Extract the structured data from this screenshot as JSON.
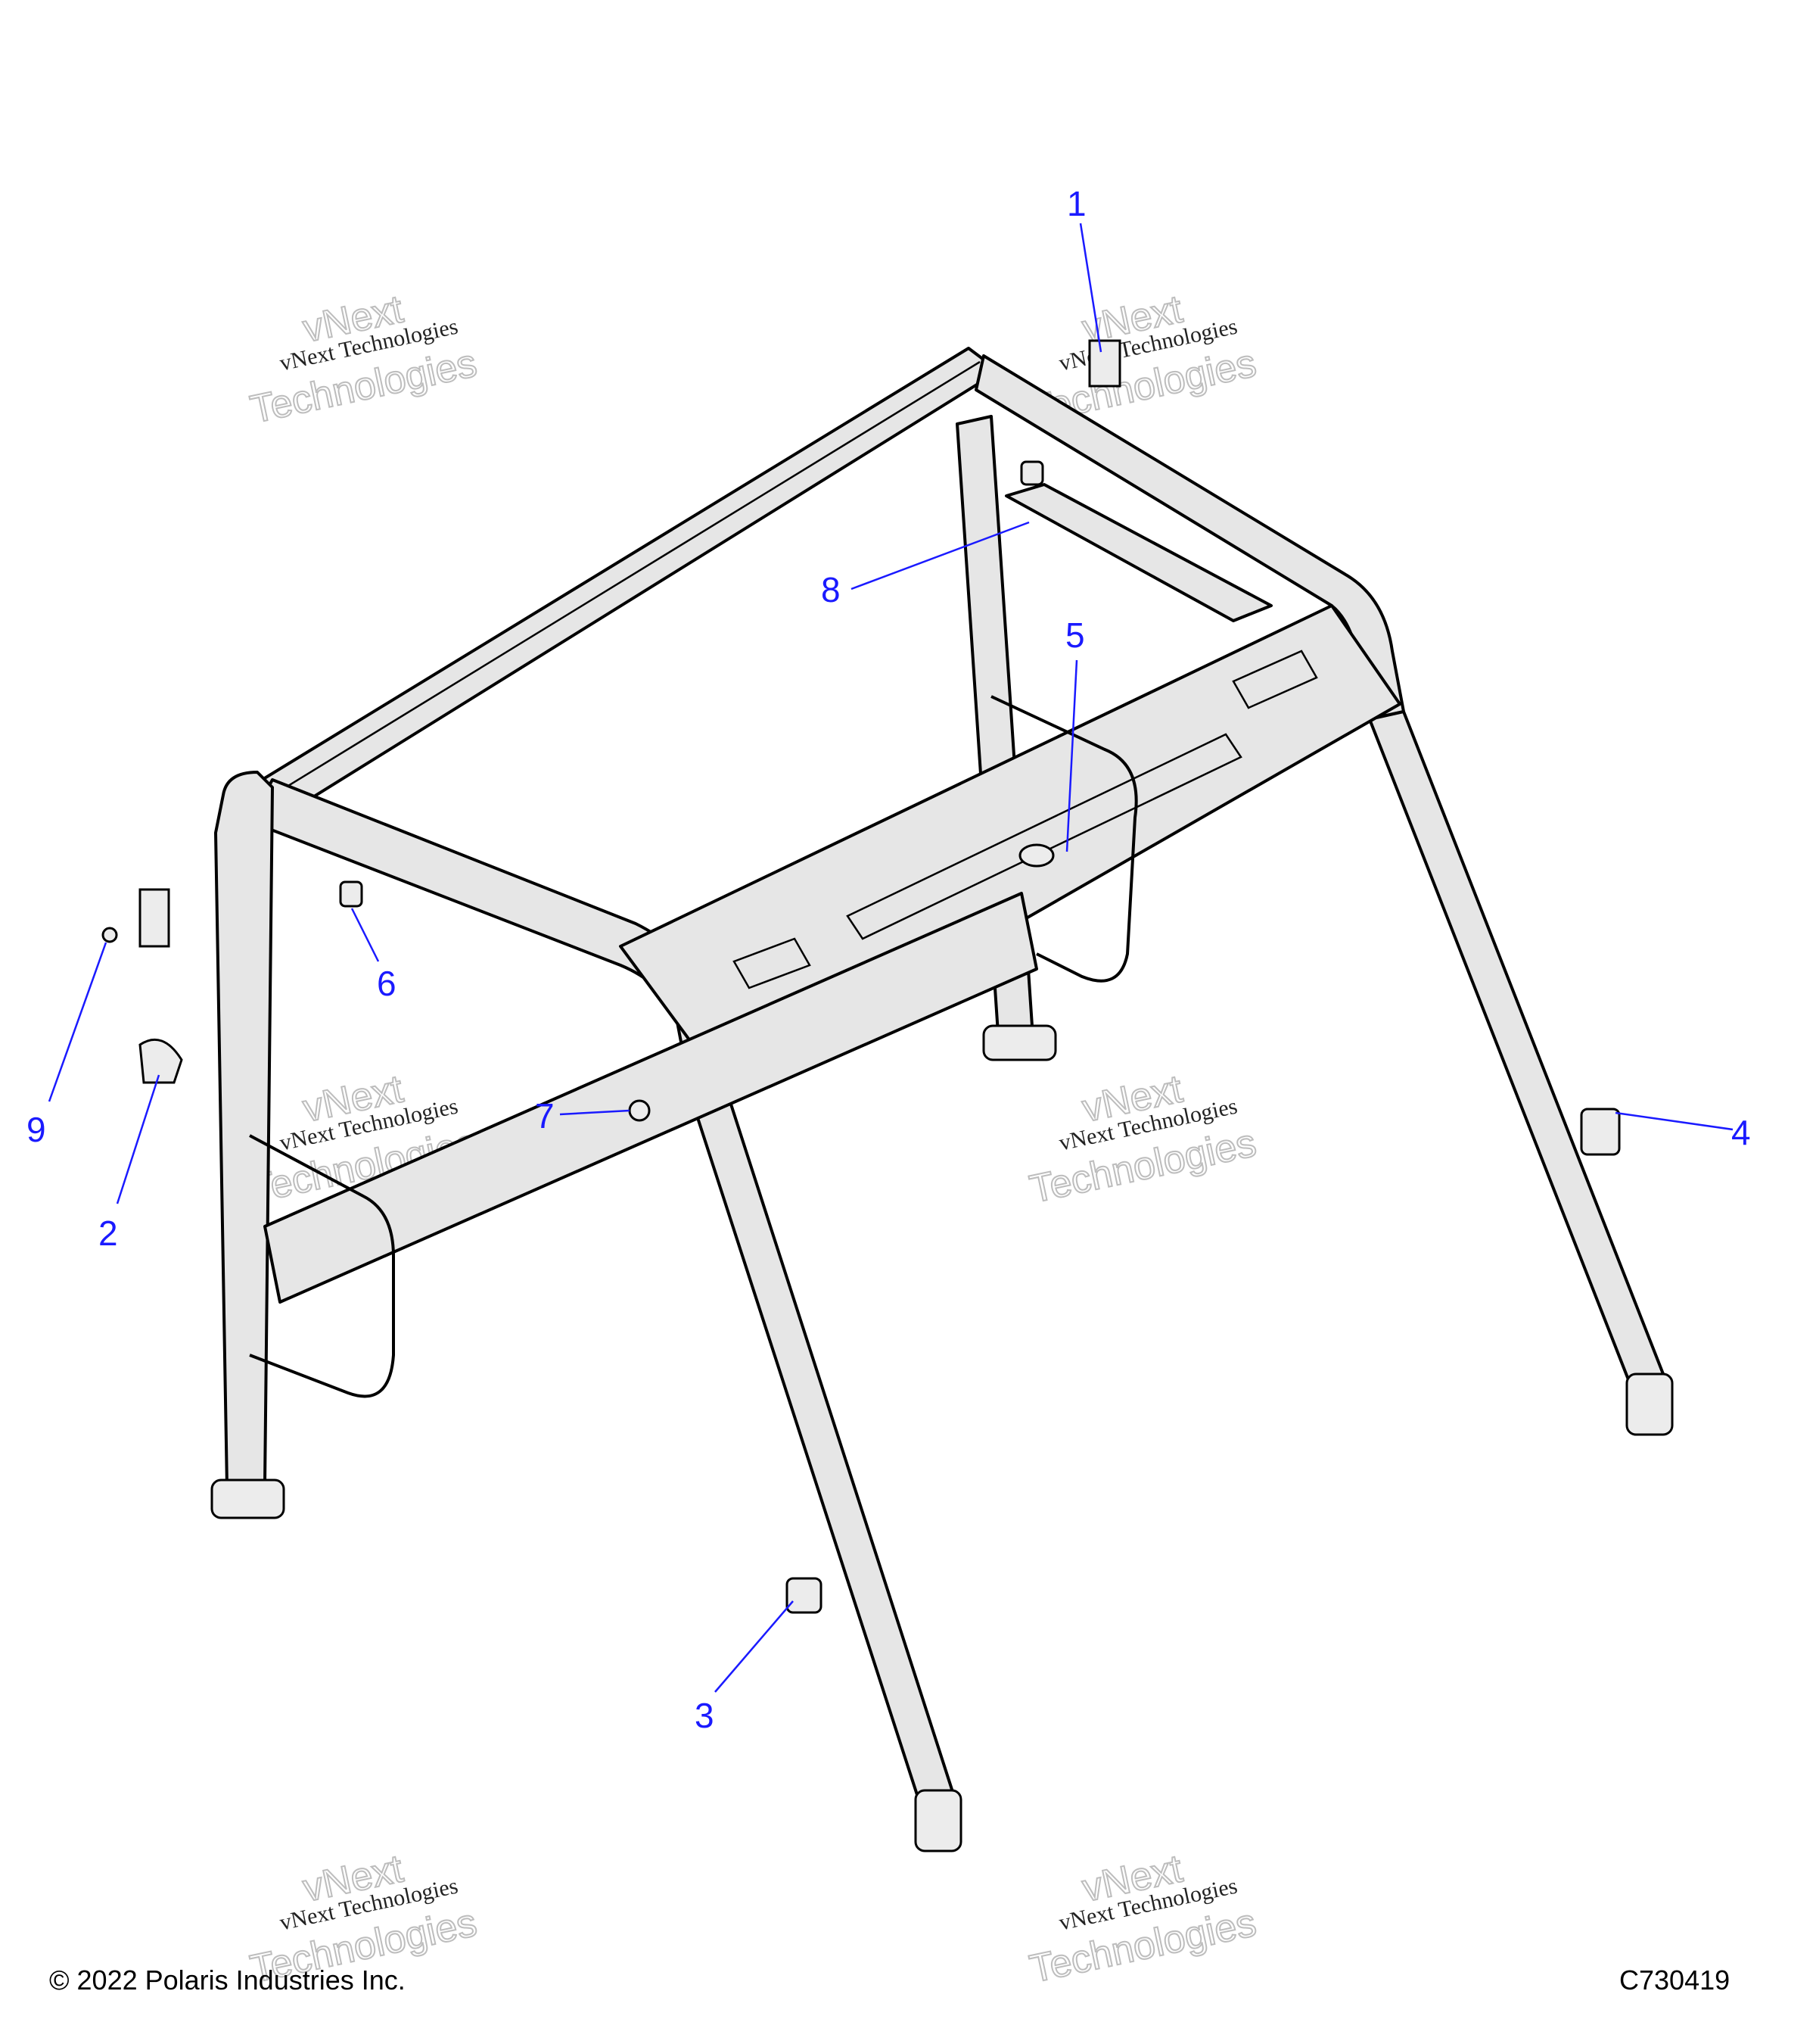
{
  "callouts": [
    {
      "id": "1",
      "label": "1"
    },
    {
      "id": "2",
      "label": "2"
    },
    {
      "id": "3",
      "label": "3"
    },
    {
      "id": "4",
      "label": "4"
    },
    {
      "id": "5",
      "label": "5"
    },
    {
      "id": "6",
      "label": "6"
    },
    {
      "id": "7",
      "label": "7"
    },
    {
      "id": "8",
      "label": "8"
    },
    {
      "id": "9",
      "label": "9"
    }
  ],
  "watermark": {
    "line1": "vNext Technologies",
    "line2": "vNext",
    "line3": "Technologies"
  },
  "footer": {
    "copyright": "© 2022 Polaris Industries Inc.",
    "code": "C730419"
  },
  "colors": {
    "callout": "#1a1aff",
    "lines": "#000000",
    "fill": "#e6e6e6"
  }
}
